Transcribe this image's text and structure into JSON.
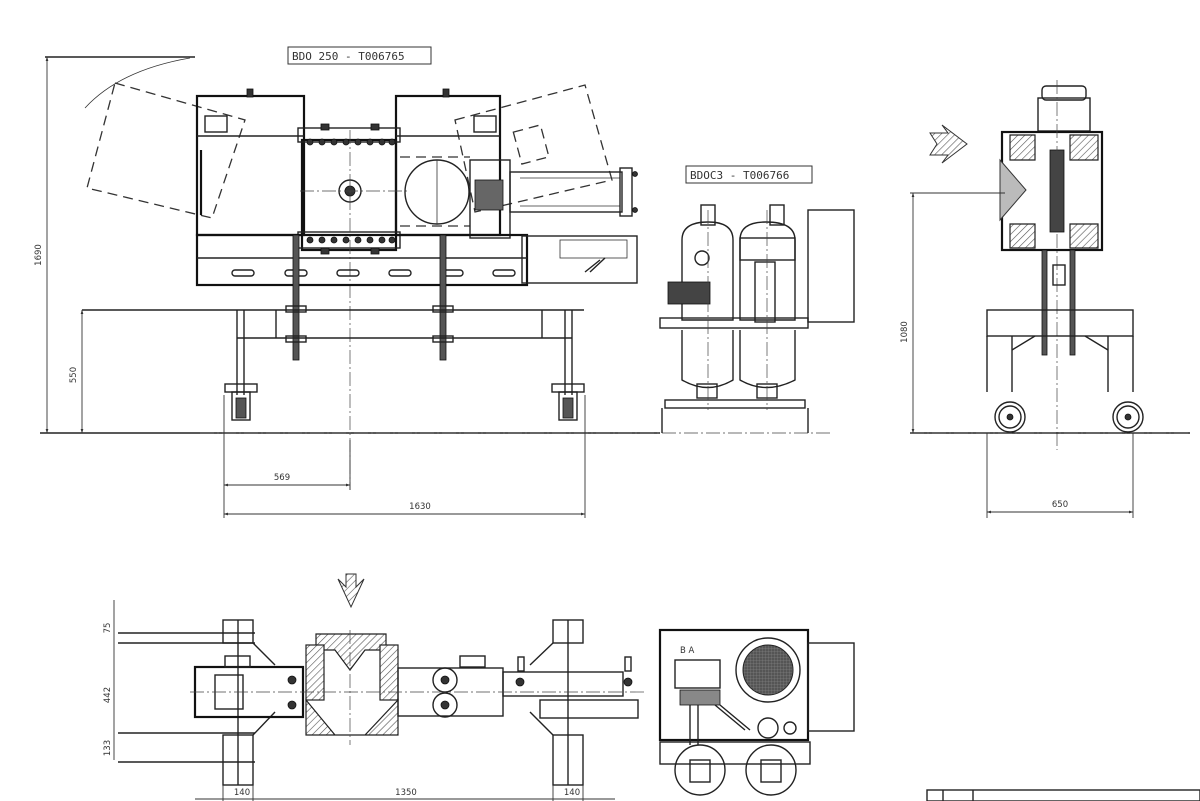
{
  "drawing": {
    "labels": {
      "press_unit": "BDO 250 - T006765",
      "hydraulic_unit": "BDOC3 - T006766"
    },
    "front_view": {
      "dimensions": {
        "overall_height": "1690",
        "frame_height": "550",
        "center_offset": "569",
        "overall_length": "1630"
      }
    },
    "side_view": {
      "dimensions": {
        "center_height": "1080",
        "frame_width": "650"
      }
    },
    "top_view": {
      "dimensions": {
        "top_margin": "75",
        "middle": "442",
        "bottom_margin": "133",
        "left_leg": "140",
        "span": "1350",
        "right_leg": "140"
      }
    },
    "hydraulic_top_view": {
      "port_labels": "B A"
    },
    "view_arrows": [
      "view-arrow-right",
      "view-arrow-down"
    ],
    "colors": {
      "line": "#222222",
      "background": "#ffffff",
      "hatch": "#555555"
    }
  }
}
